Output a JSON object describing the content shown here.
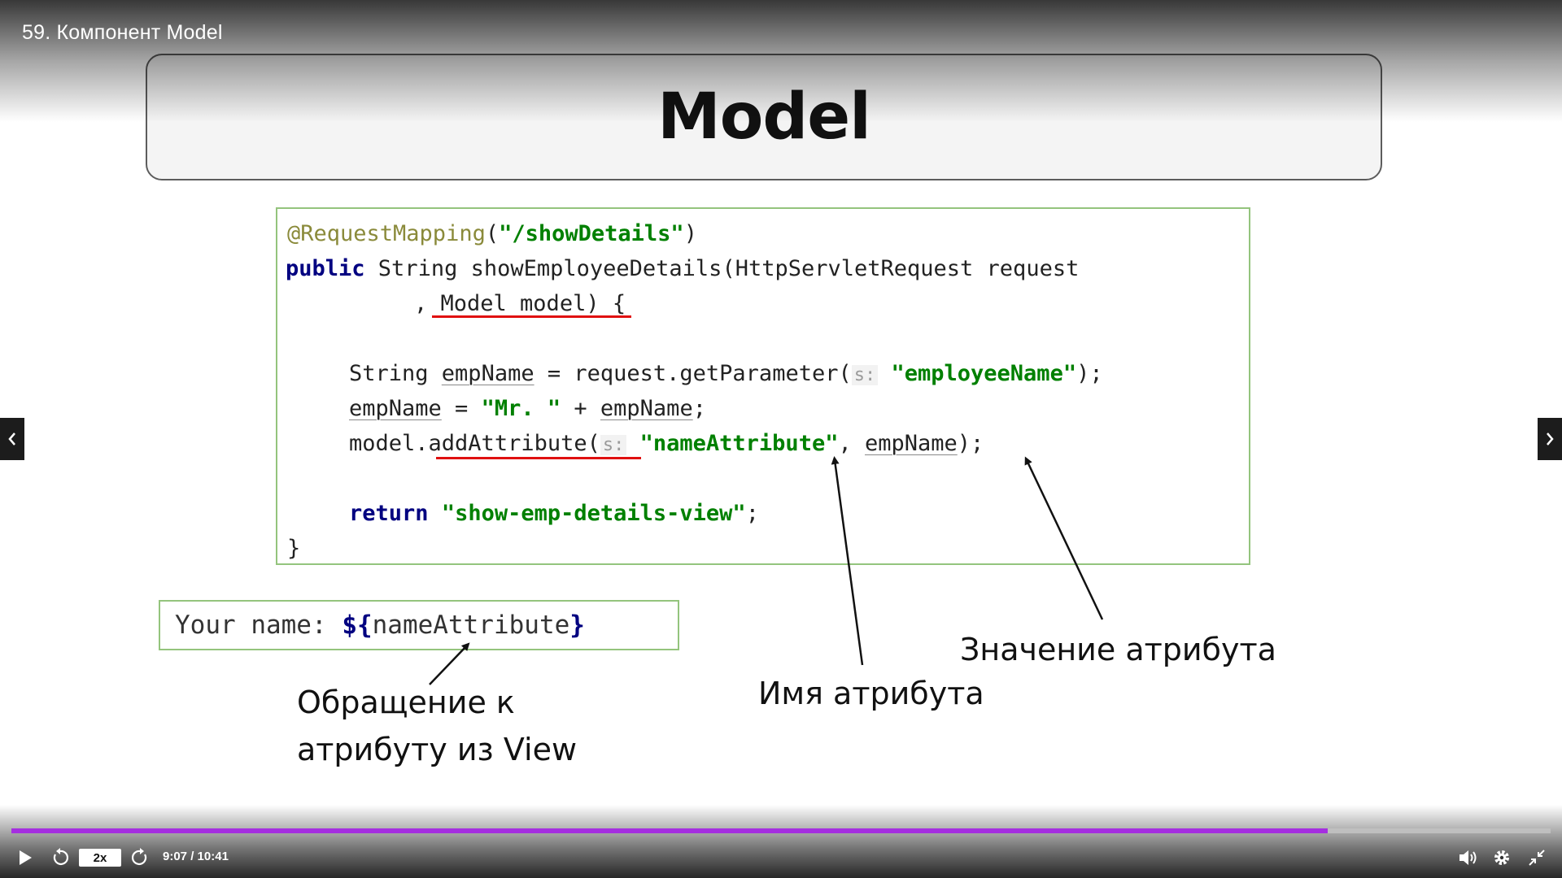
{
  "video": {
    "title": "59. Компонент Model",
    "progress_fraction": 0.855,
    "speed_label": "2x",
    "time_current": "9:07",
    "time_separator": " / ",
    "time_total": "10:41"
  },
  "slide": {
    "title": "Model",
    "code": {
      "l1_annotation": "@RequestMapping",
      "l1_open": "(",
      "l1_string": "\"/showDetails\"",
      "l1_close": ")",
      "l2_keyword": "public",
      "l2_rest": " String showEmployeeDetails(HttpServletRequest request",
      "l3_comma": ", ",
      "l3_param": "Model model)",
      "l3_brace": " {",
      "l4_type": "String ",
      "l4_var": "empName",
      "l4_mid": " = request.getParameter(",
      "hint_s": "s:",
      "l4_string": "\"employeeName\"",
      "l4_end": ");",
      "l5_var": "empName",
      "l5_eq": " = ",
      "l5_string": "\"Mr. \"",
      "l5_plus": " + ",
      "l5_var2": "empName",
      "l5_end": ";",
      "l6_obj": "model",
      "l6_method": ".addAttribute(",
      "l6_string": "\"nameAttribute\"",
      "l6_comma": ", ",
      "l6_var": "empName",
      "l6_end": ");",
      "l7_keyword": "return",
      "l7_space": " ",
      "l7_string": "\"show-emp-details-view\"",
      "l7_end": ";",
      "l8_brace": "}"
    },
    "jsp": {
      "prefix": "Your name: ",
      "expr_open": "${",
      "expr_name": "nameAttribute",
      "expr_close": "}"
    },
    "captions": {
      "access_line1": "Обращение к",
      "access_line2": "атрибуту из View",
      "attr_name": "Имя атрибута",
      "attr_value": "Значение атрибута"
    }
  },
  "icons": {
    "play": "play-icon",
    "rewind": "rewind-icon",
    "forward": "forward-icon",
    "volume": "volume-icon",
    "settings": "gear-icon",
    "exit_fullscreen": "exit-fullscreen-icon",
    "prev": "chevron-left-icon",
    "next": "chevron-right-icon"
  },
  "colors": {
    "progress": "#a52ee0",
    "code_border": "#94c47d",
    "keyword": "#000080",
    "string": "#008000",
    "annotation": "#8a8a3a",
    "highlight_underline": "#e01010"
  }
}
